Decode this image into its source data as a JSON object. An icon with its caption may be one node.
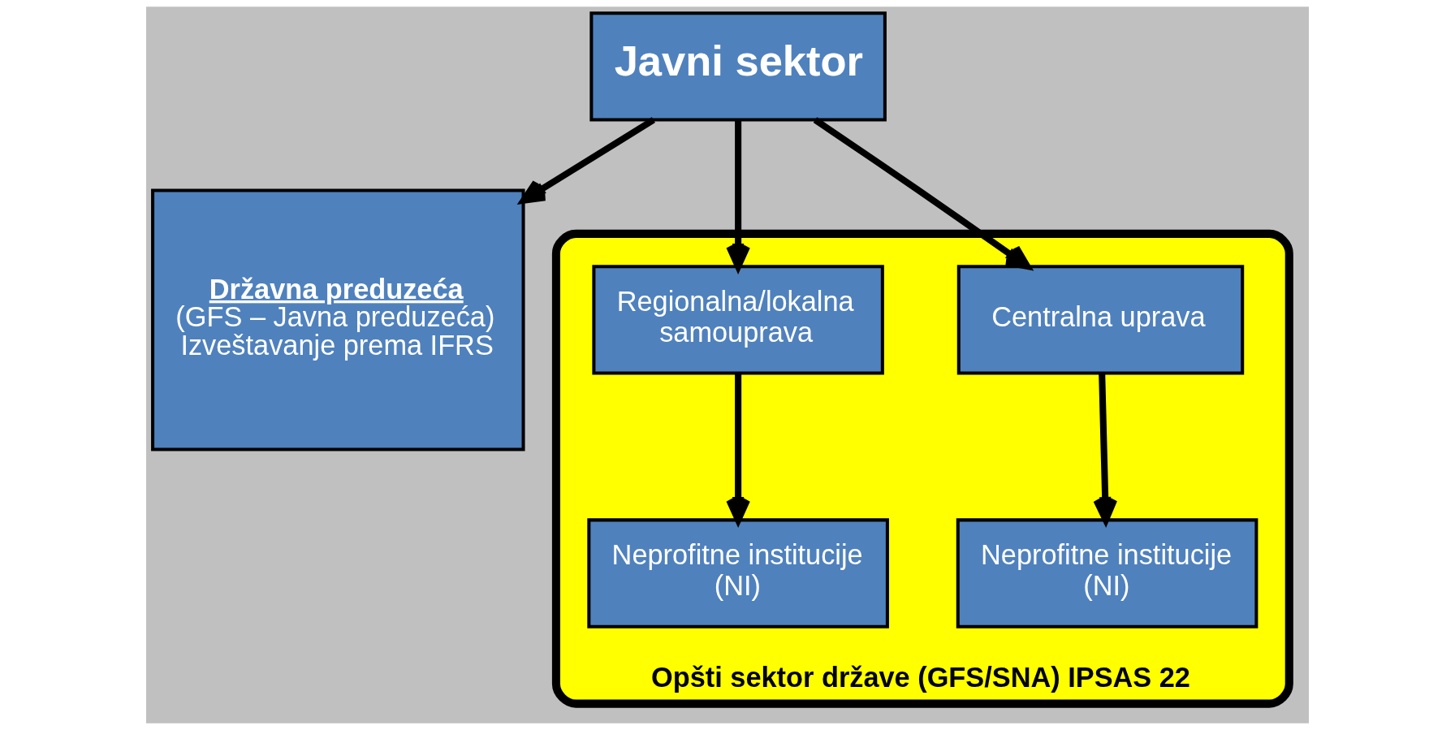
{
  "diagram": {
    "nodes": [
      {
        "text": [
          "Javni sektor"
        ]
      },
      {
        "text": [
          "Državna preduzeća",
          "(GFS – Javna preduzeća) Izveštavanje prema IFRS"
        ]
      },
      {
        "text": [
          "Opšti sektor države (GFS/SNA) IPSAS 22"
        ]
      },
      {
        "text": [
          "Centralna uprava"
        ],
        "in": 2
      },
      {
        "text": [
          "Regionalna/lokalna samouprava"
        ],
        "in": 2
      },
      {
        "text": [
          "Neprofitne institucije (NI)"
        ],
        "in": 2
      },
      {
        "text": [
          "Neprofitne institucije (NI)"
        ],
        "in": 2
      }
    ],
    "edges": [
      {
        "from": 0,
        "to": 1,
        "arrow": "to"
      },
      {
        "from": 0,
        "to": 3,
        "arrow": "to"
      },
      {
        "from": 0,
        "to": 4,
        "arrow": "to"
      },
      {
        "from": 3,
        "to": 5,
        "arrow": "to"
      },
      {
        "from": 4,
        "to": 6,
        "arrow": "to"
      }
    ]
  }
}
